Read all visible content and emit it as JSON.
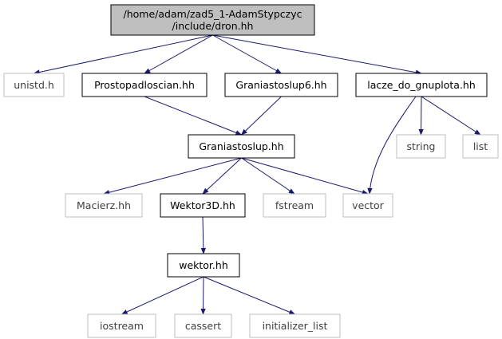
{
  "graph": {
    "nodes": {
      "dron": {
        "label_lines": [
          "/home/adam/zad5_1-AdamStypczyc",
          "/include/dron.hh"
        ],
        "style": "root"
      },
      "unistd": {
        "label": "unistd.h",
        "style": "external"
      },
      "prostopadloscian": {
        "label": "Prostopadloscian.hh",
        "style": "local"
      },
      "graniastoslup6": {
        "label": "Graniastoslup6.hh",
        "style": "local"
      },
      "lacze": {
        "label": "lacze_do_gnuplota.hh",
        "style": "local"
      },
      "graniastoslup": {
        "label": "Graniastoslup.hh",
        "style": "local"
      },
      "string": {
        "label": "string",
        "style": "external"
      },
      "list": {
        "label": "list",
        "style": "external"
      },
      "macierz": {
        "label": "Macierz.hh",
        "style": "external"
      },
      "wektor3d": {
        "label": "Wektor3D.hh",
        "style": "local"
      },
      "fstream": {
        "label": "fstream",
        "style": "external"
      },
      "vector": {
        "label": "vector",
        "style": "external"
      },
      "wektor": {
        "label": "wektor.hh",
        "style": "local"
      },
      "iostream": {
        "label": "iostream",
        "style": "external"
      },
      "cassert": {
        "label": "cassert",
        "style": "external"
      },
      "initializer_list": {
        "label": "initializer_list",
        "style": "external"
      }
    },
    "edges": [
      [
        "dron",
        "unistd"
      ],
      [
        "dron",
        "prostopadloscian"
      ],
      [
        "dron",
        "graniastoslup6"
      ],
      [
        "dron",
        "lacze"
      ],
      [
        "prostopadloscian",
        "graniastoslup"
      ],
      [
        "graniastoslup6",
        "graniastoslup"
      ],
      [
        "lacze",
        "vector"
      ],
      [
        "lacze",
        "string"
      ],
      [
        "lacze",
        "list"
      ],
      [
        "graniastoslup",
        "macierz"
      ],
      [
        "graniastoslup",
        "wektor3d"
      ],
      [
        "graniastoslup",
        "fstream"
      ],
      [
        "graniastoslup",
        "vector"
      ],
      [
        "wektor3d",
        "wektor"
      ],
      [
        "wektor",
        "iostream"
      ],
      [
        "wektor",
        "cassert"
      ],
      [
        "wektor",
        "initializer_list"
      ]
    ],
    "colors": {
      "edge": "#191970",
      "local_border": "#000000",
      "external_border": "#bfbfbf",
      "external_text": "#3f3f3f",
      "root_fill": "#bfbfbf"
    }
  }
}
